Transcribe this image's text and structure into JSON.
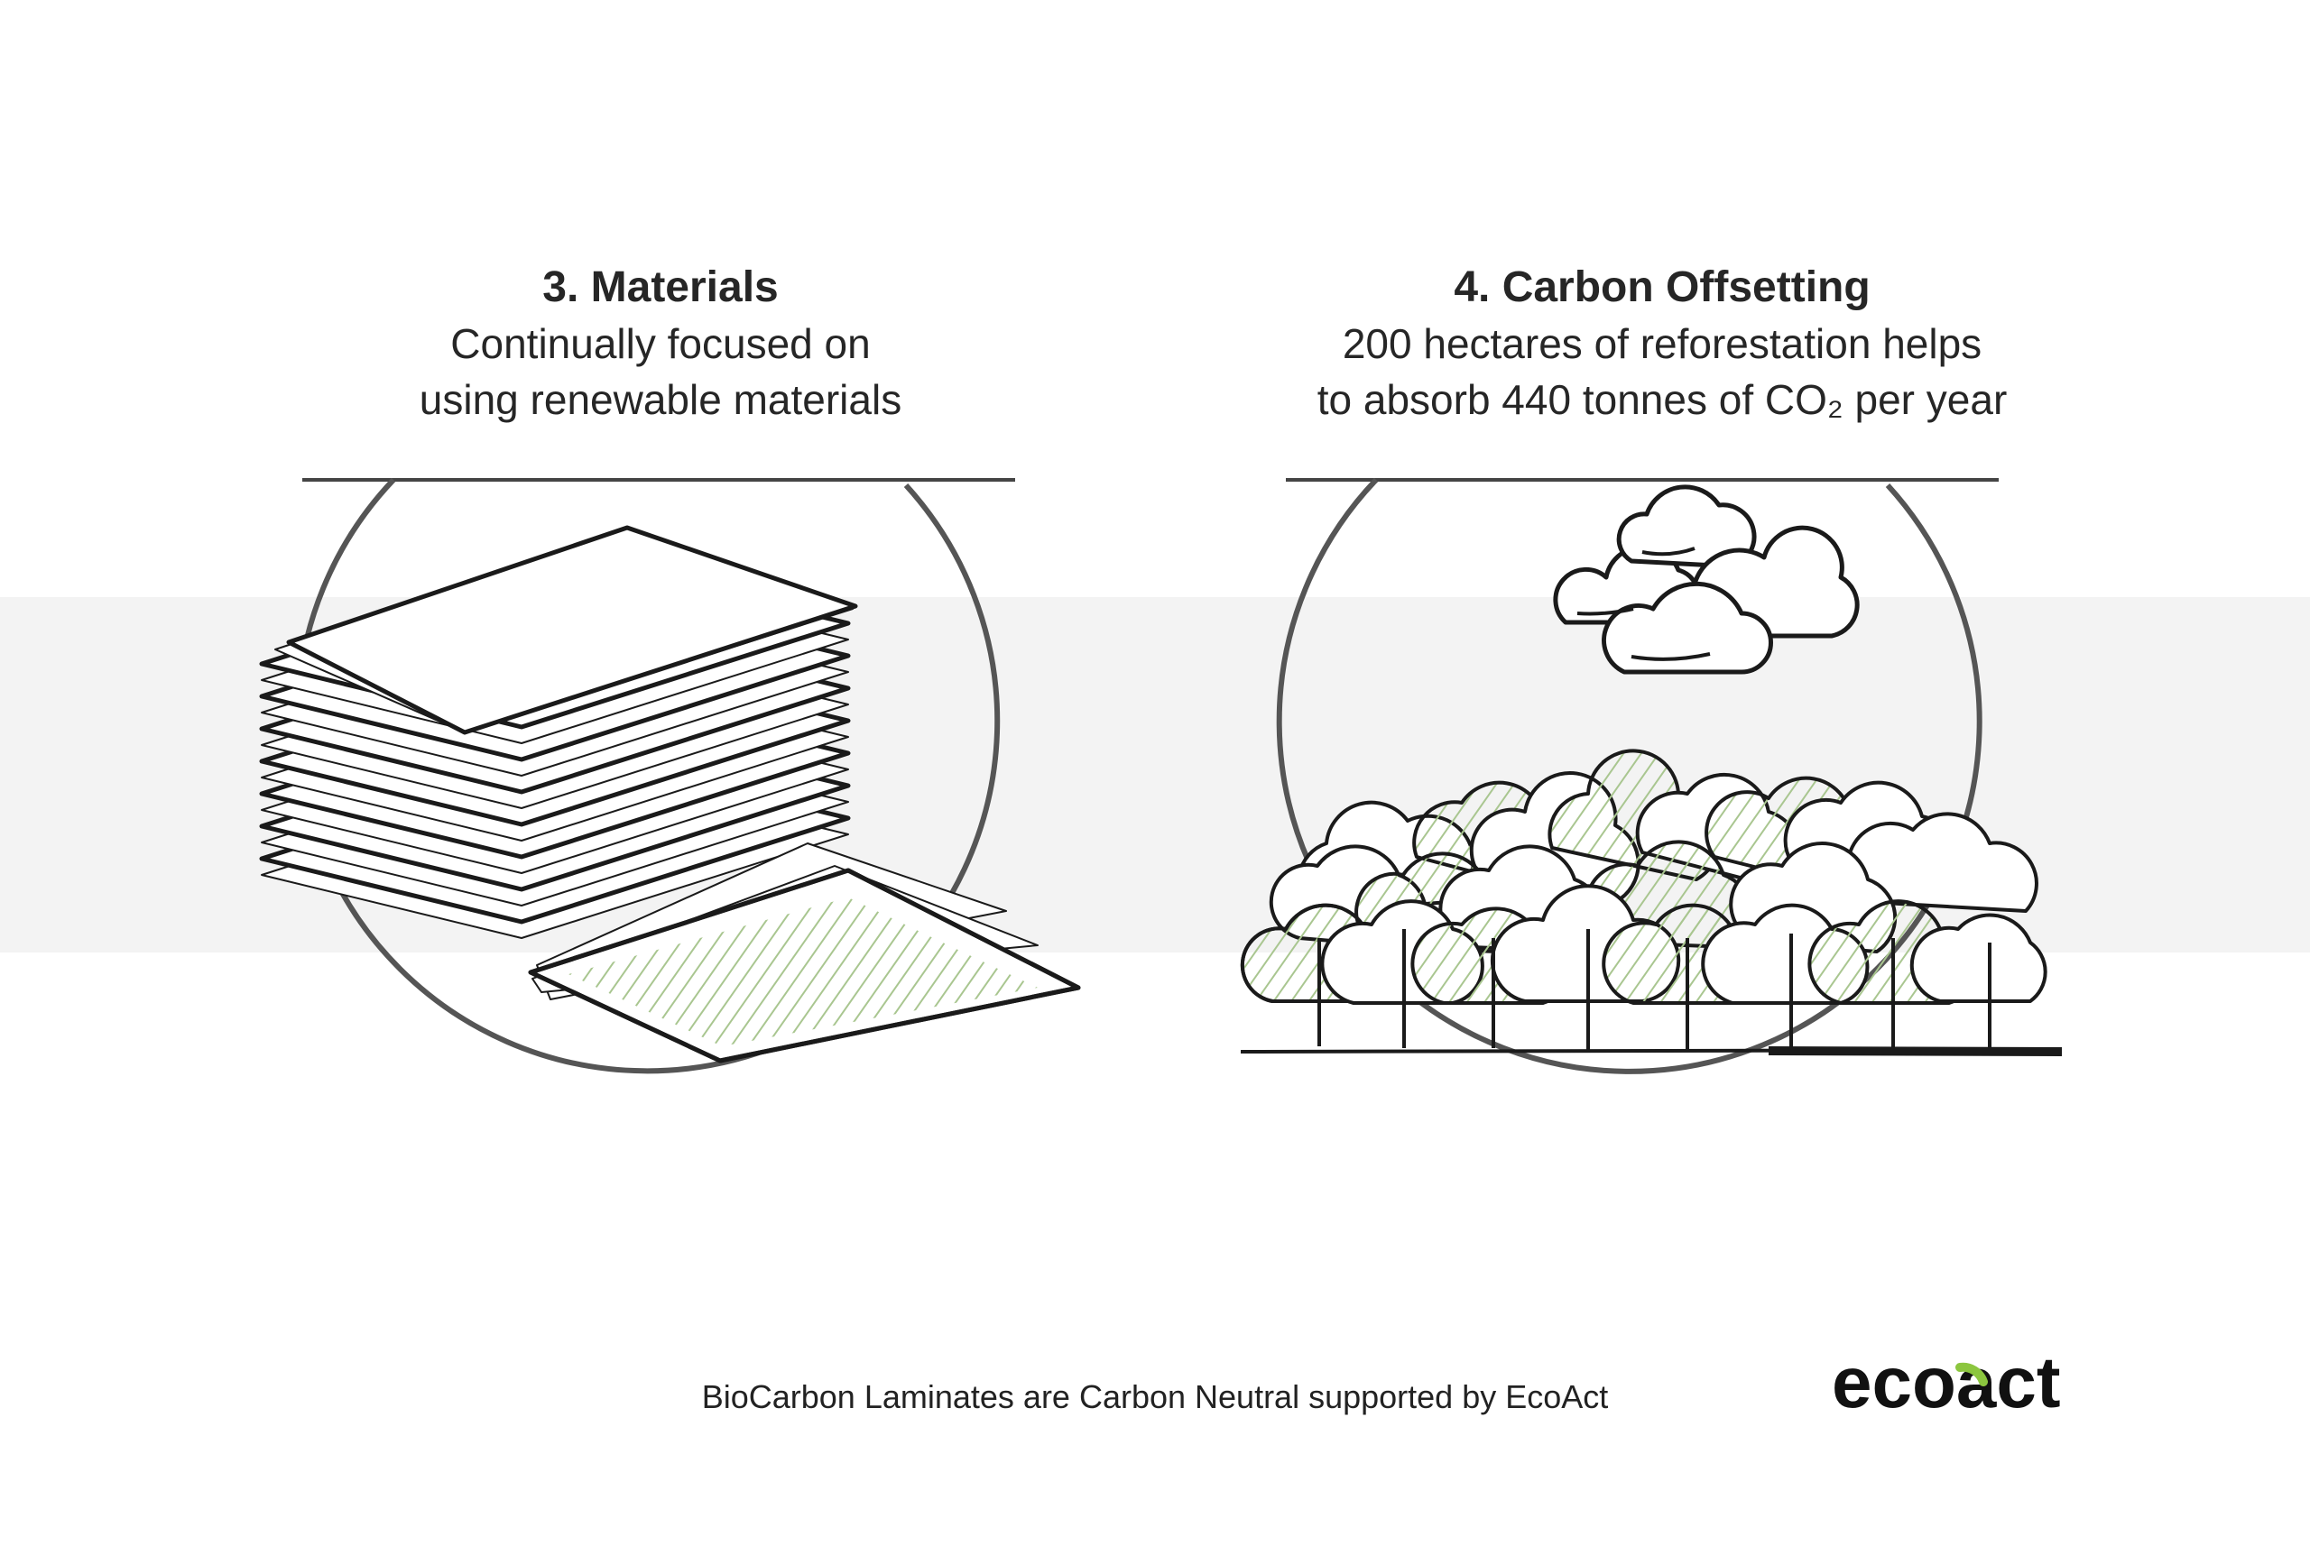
{
  "panels": {
    "materials": {
      "title": "3. Materials",
      "lines": [
        "Continually focused on",
        "using renewable materials"
      ]
    },
    "carbon": {
      "title": "4. Carbon Offsetting",
      "lines": [
        "200 hectares of reforestation helps",
        "to absorb 440 tonnes of CO₂ per year"
      ]
    }
  },
  "footer": {
    "text": "BioCarbon Laminates are Carbon Neutral supported by EcoAct"
  },
  "logo": {
    "text": "ecoact"
  },
  "colors": {
    "band": "#f3f3f3",
    "line": "#1a1a1a",
    "accent_green": "#a9c690",
    "logo_green": "#8cc63f"
  }
}
